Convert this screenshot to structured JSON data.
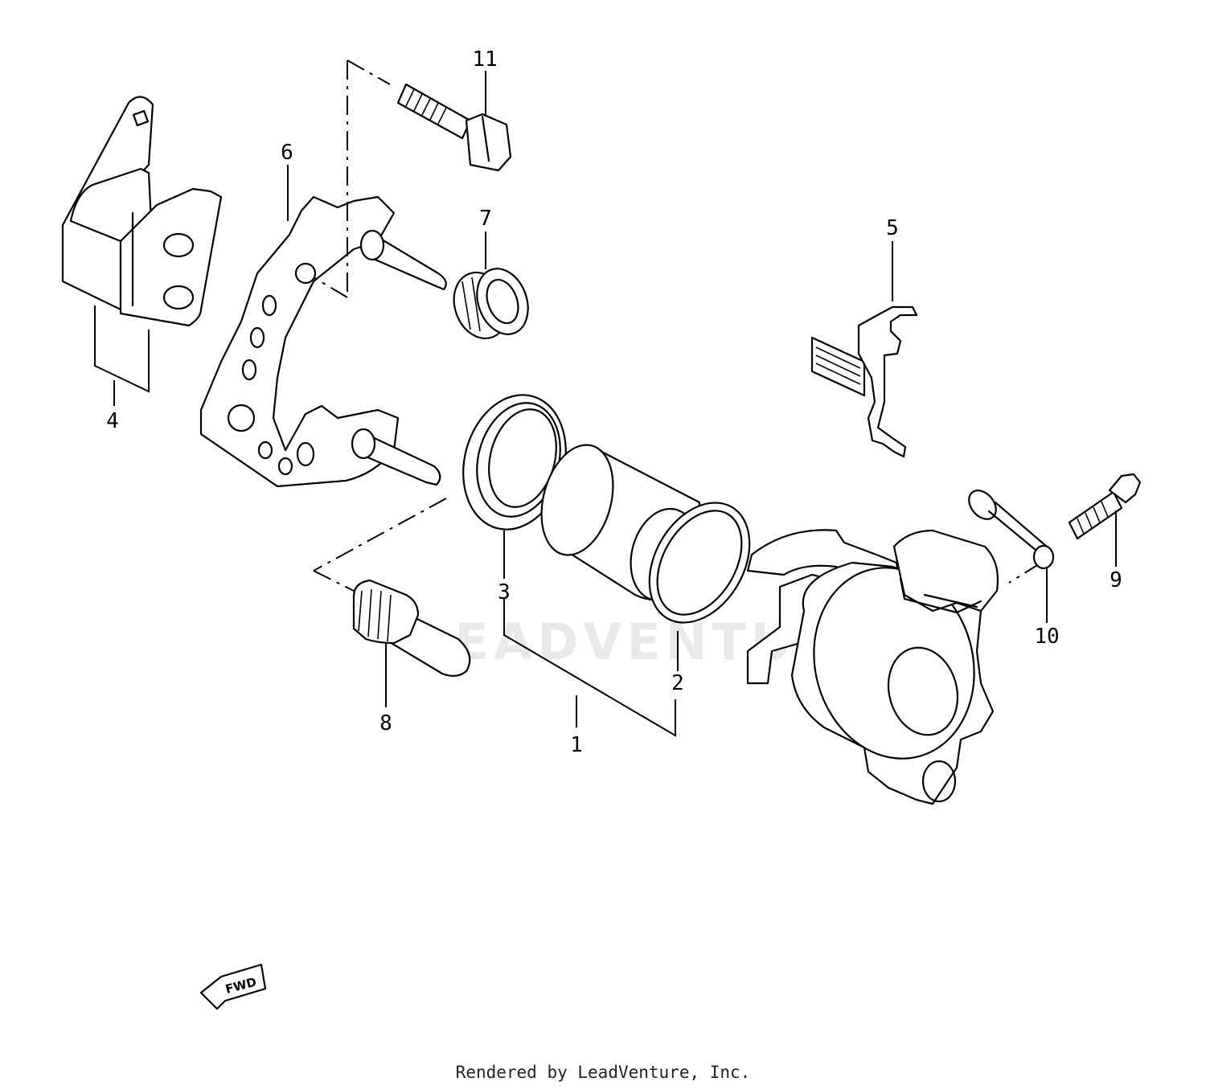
{
  "callouts": {
    "c1": "1",
    "c2": "2",
    "c3": "3",
    "c4": "4",
    "c5": "5",
    "c6": "6",
    "c7": "7",
    "c8": "8",
    "c9": "9",
    "c10": "10",
    "c11": "11"
  },
  "fwd_label": "FWD",
  "watermark": "LEADVENTURE",
  "footer": "Rendered by LeadVenture, Inc."
}
